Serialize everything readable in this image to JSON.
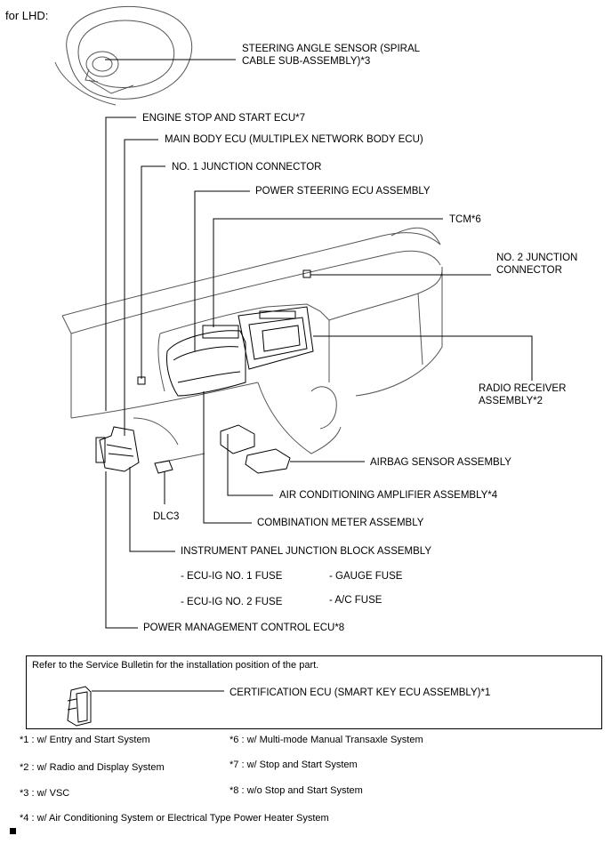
{
  "header": {
    "title": "for LHD:"
  },
  "labels": {
    "steering_sensor_1": "STEERING ANGLE SENSOR (SPIRAL",
    "steering_sensor_2": "CABLE SUB-ASSEMBLY)*3",
    "engine_stop_ecu": "ENGINE STOP AND START ECU*7",
    "main_body_ecu": "MAIN BODY ECU (MULTIPLEX NETWORK BODY ECU)",
    "jc1": "NO. 1 JUNCTION CONNECTOR",
    "ps_ecu": "POWER STEERING ECU ASSEMBLY",
    "tcm": "TCM*6",
    "jc2_1": "NO. 2 JUNCTION",
    "jc2_2": "CONNECTOR",
    "radio_1": "RADIO RECEIVER",
    "radio_2": "ASSEMBLY*2",
    "airbag": "AIRBAG SENSOR ASSEMBLY",
    "ac_amp": "AIR CONDITIONING AMPLIFIER ASSEMBLY*4",
    "dlc3": "DLC3",
    "comb_meter": "COMBINATION METER ASSEMBLY",
    "ip_jb": "INSTRUMENT PANEL JUNCTION BLOCK ASSEMBLY",
    "fuse_ecu_ig1": "- ECU-IG NO. 1 FUSE",
    "fuse_gauge": "- GAUGE FUSE",
    "fuse_ecu_ig2": "- ECU-IG NO. 2 FUSE",
    "fuse_ac": "- A/C FUSE",
    "pm_ecu": "POWER MANAGEMENT CONTROL ECU*8"
  },
  "reference_box": {
    "text": "Refer to the Service Bulletin for the installation position of the part.",
    "cert_ecu": "CERTIFICATION ECU (SMART KEY ECU ASSEMBLY)*1"
  },
  "notes": {
    "n1": "*1 : w/ Entry and Start System",
    "n2": "*2 : w/ Radio and Display System",
    "n3": "*3 : w/ VSC",
    "n4": "*4 : w/ Air Conditioning System or Electrical Type Power Heater System",
    "n6": "*6 : w/ Multi-mode Manual Transaxle System",
    "n7": "*7 : w/ Stop and Start System",
    "n8": "*8 : w/o Stop and Start System"
  }
}
